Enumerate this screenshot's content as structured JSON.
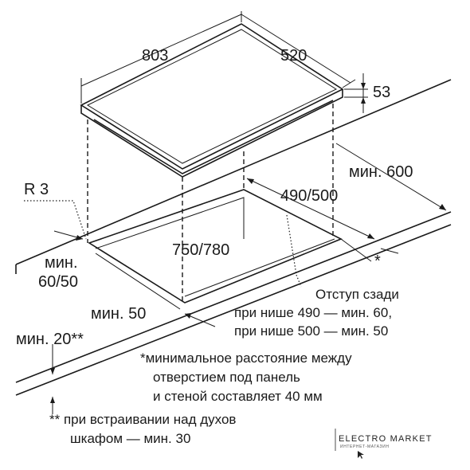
{
  "dimensions": {
    "width": "803",
    "depth": "520",
    "height": "53",
    "wall_clearance": "мин. 600",
    "radius": "R 3",
    "cutout_depth": "490/500",
    "cutout_width": "750/780",
    "side_min": "мин.",
    "side_value": "60/50",
    "front_min": "мин. 50",
    "bottom_min": "мин. 20**",
    "star": "*"
  },
  "notes": {
    "rear_line1": "Отступ сзади",
    "rear_line2": "при нише 490 — мин. 60,",
    "rear_line3": "при нише 500 — мин. 50",
    "single_line1": "*минимальное расстояние между",
    "single_line2": "отверстием под панель",
    "single_line3": "и стеной составляет 40 мм",
    "double_line1": "** при встраивании над духов",
    "double_line2": "шкафом — мин. 30"
  },
  "watermark": {
    "title": "ELECTRO MARKET",
    "subtitle": "ИНТЕРНЕТ-МАГАЗИН"
  }
}
